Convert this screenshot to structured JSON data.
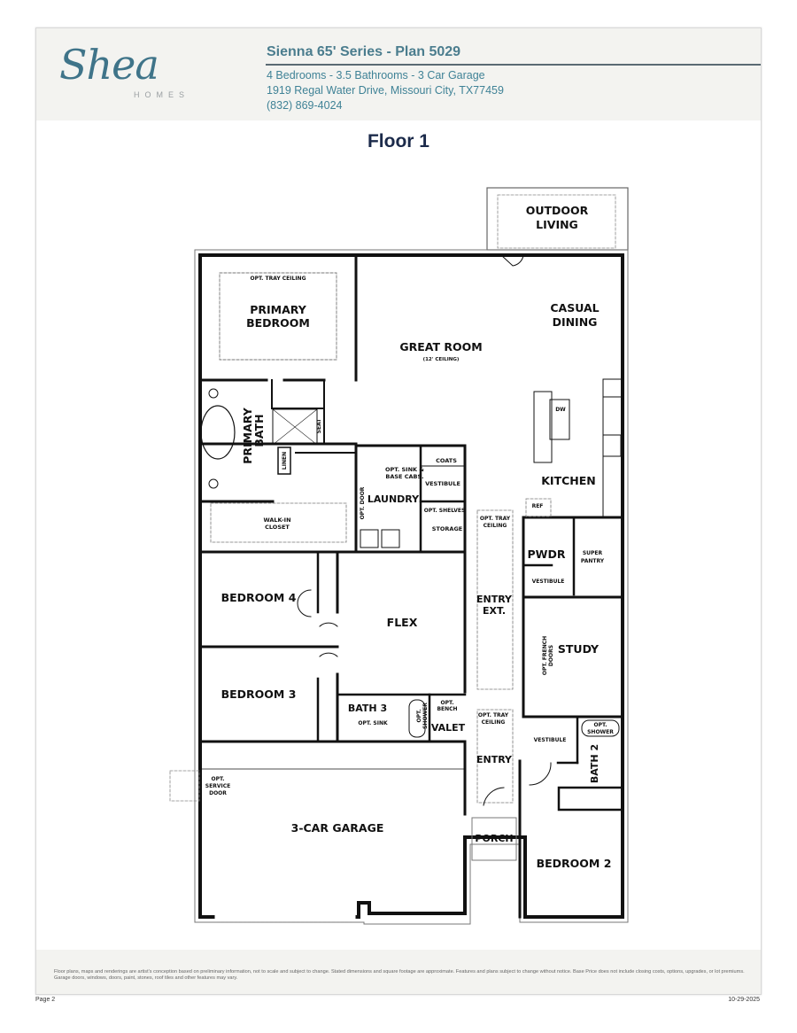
{
  "header": {
    "logo": {
      "script": "Shea",
      "subtitle": "HOMES",
      "color": "#3f7489"
    },
    "title": "Sienna 65' Series - Plan 5029",
    "specs": "4 Bedrooms - 3.5 Bathrooms - 3 Car Garage",
    "address": "1919 Regal Water Drive, Missouri City, TX77459",
    "phone": "(832) 869-4024"
  },
  "floor_title": "Floor 1",
  "rooms": {
    "outdoor_living": [
      "OUTDOOR",
      "LIVING"
    ],
    "primary_bedroom": [
      "PRIMARY",
      "BEDROOM"
    ],
    "opt_tray_ceiling_primary": "OPT. TRAY CEILING",
    "great_room": "GREAT ROOM",
    "great_room_note": "(12' CEILING)",
    "casual_dining": [
      "CASUAL",
      "DINING"
    ],
    "primary_bath": [
      "PRIMARY",
      "BATH"
    ],
    "seat": "SEAT",
    "linen": "LINEN",
    "walk_in_closet": [
      "WALK-IN",
      "CLOSET"
    ],
    "opt_door": "OPT. DOOR",
    "opt_sink_base_cabs": [
      "OPT. SINK &",
      "BASE CABS."
    ],
    "laundry": "LAUNDRY",
    "coats": "COATS",
    "vestibule_laundry": "VESTIBULE",
    "opt_shelves": "OPT. SHELVES",
    "storage": "STORAGE",
    "kitchen": "KITCHEN",
    "dw": "DW",
    "ref": "REF",
    "opt_tray_ceiling_entry_ext": [
      "OPT. TRAY",
      "CEILING"
    ],
    "pwdr": "PWDR",
    "super_pantry": [
      "SUPER",
      "PANTRY"
    ],
    "vestibule_pwdr": "VESTIBULE",
    "bedroom_4": "BEDROOM 4",
    "flex": "FLEX",
    "entry_ext": [
      "ENTRY",
      "EXT."
    ],
    "study": "STUDY",
    "opt_french_doors": [
      "OPT. FRENCH",
      "DOORS"
    ],
    "bedroom_3": "BEDROOM 3",
    "bath_3": "BATH 3",
    "opt_sink": "OPT. SINK",
    "opt_shower_bath3": [
      "OPT.",
      "SHOWER"
    ],
    "opt_bench": [
      "OPT.",
      "BENCH"
    ],
    "valet": "VALET",
    "opt_tray_ceiling_entry": [
      "OPT. TRAY",
      "CEILING"
    ],
    "entry": "ENTRY",
    "vestibule_bath2": "VESTIBULE",
    "opt_shower_bath2": [
      "OPT.",
      "SHOWER"
    ],
    "bath_2": "BATH 2",
    "opt_service_door": [
      "OPT.",
      "SERVICE",
      "DOOR"
    ],
    "garage": "3-CAR GARAGE",
    "porch": "PORCH",
    "bedroom_2": "BEDROOM 2"
  },
  "footer": {
    "disclaimer": "Floor plans, maps and renderings are artist's conception based on preliminary information, not to scale and subject to change. Stated dimensions and square footage are approximate. Features and plans subject to change without notice. Base Price does not include closing costs, options, upgrades, or lot premiums. Garage doors, windows, doors, paint, stones, roof tiles and other features may vary.",
    "page": "Page 2",
    "date": "10-29-2025"
  }
}
